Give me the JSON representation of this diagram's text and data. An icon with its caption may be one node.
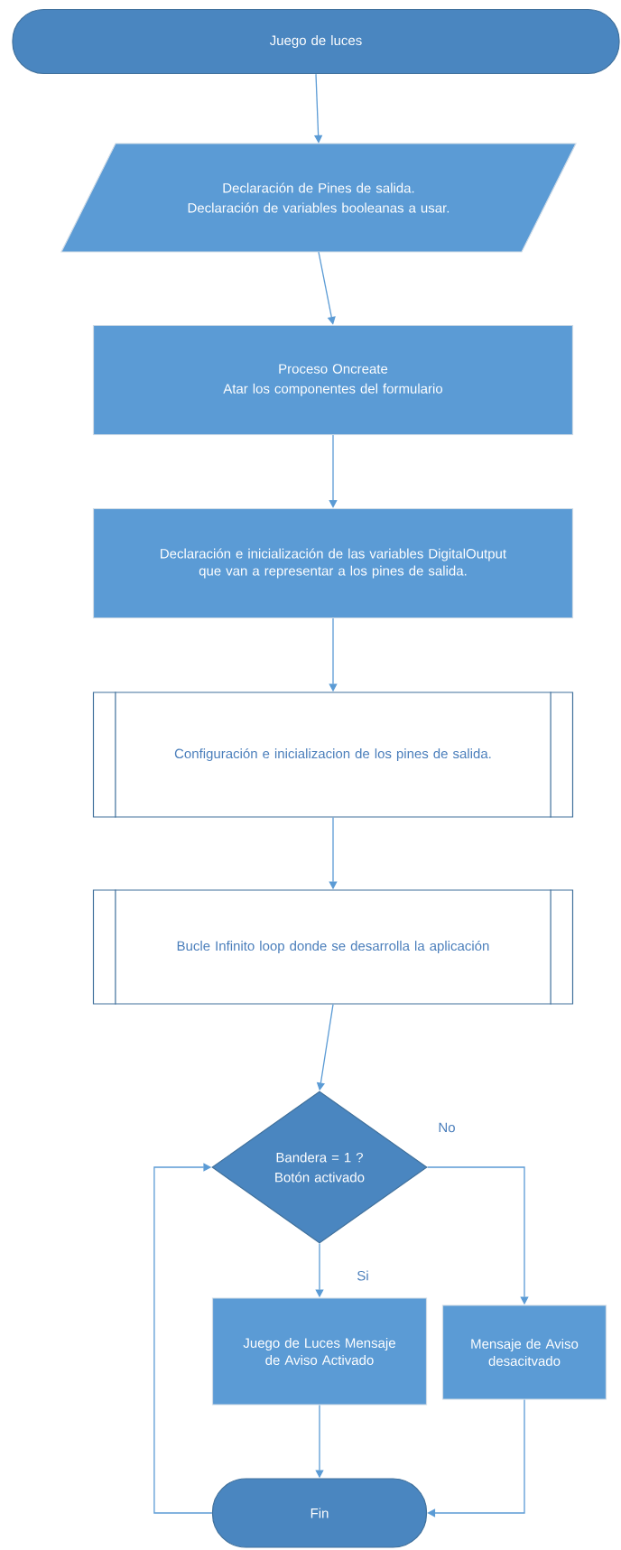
{
  "diagram": {
    "nodes": [
      {
        "text": [
          "Juego de luces"
        ]
      },
      {
        "text": [
          "Declaración de Pines de salida.",
          "Declaración de variables booleanas a usar."
        ]
      },
      {
        "text": [
          "Proceso Oncreate",
          "Atar los componentes del formulario"
        ]
      },
      {
        "text": [
          "Declaración e inicialización de las variables DigitalOutput que van a representar a los pines de salida."
        ]
      },
      {
        "text": [
          "Configuración e inicializacion  de los pines de salida."
        ]
      },
      {
        "text": [
          "Bucle Infinito loop donde se desarrolla la aplicación"
        ]
      },
      {
        "text": [
          "Bandera = 1 ?",
          "Botón activado"
        ]
      },
      {
        "text": [
          "Juego de Luces Mensaje de Aviso Activado"
        ]
      },
      {
        "text": [
          "Mensaje de Aviso desacitvado"
        ]
      },
      {
        "text": [
          "Fin"
        ]
      }
    ],
    "edges": [
      {
        "from": 0,
        "to": 1,
        "arrow": "to"
      },
      {
        "from": 1,
        "to": 2,
        "arrow": "to"
      },
      {
        "from": 2,
        "to": 3,
        "arrow": "to"
      },
      {
        "from": 3,
        "to": 4,
        "arrow": "to"
      },
      {
        "from": 4,
        "to": 5,
        "arrow": "to"
      },
      {
        "from": 5,
        "to": 6,
        "arrow": "to"
      },
      {
        "from": 6,
        "to": 7,
        "arrow": "to",
        "label": "Si"
      },
      {
        "from": 6,
        "to": 8,
        "arrow": "to",
        "label": "No"
      },
      {
        "from": 7,
        "to": 9,
        "arrow": "to"
      },
      {
        "from": 8,
        "to": 9,
        "arrow": "to"
      },
      {
        "from": 9,
        "to": 6,
        "arrow": "to"
      }
    ]
  }
}
